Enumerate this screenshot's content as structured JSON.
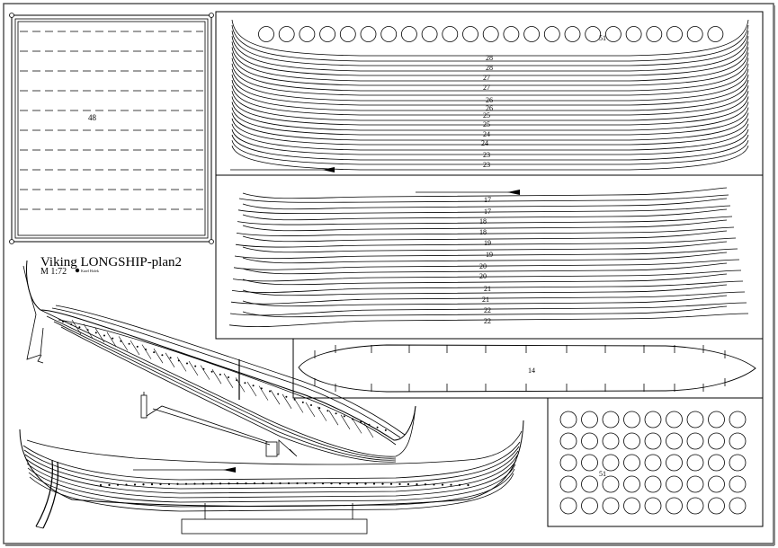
{
  "title": {
    "main": "Viking LONGSHIP-plan2",
    "scale": "M 1:72",
    "logo_text": "Karel Hofek"
  },
  "parts": {
    "deck_panel": "48",
    "disc_label": "51",
    "upper_strakes": [
      "28",
      "28",
      "27",
      "27",
      "26",
      "26",
      "25",
      "25",
      "24",
      "24",
      "23",
      "23"
    ],
    "middle_strakes": [
      "17",
      "17",
      "18",
      "18",
      "19",
      "19",
      "20",
      "20",
      "21",
      "21",
      "22",
      "22"
    ],
    "keel": "14",
    "shield_label": "51"
  },
  "colors": {
    "line": "#000000",
    "background": "#ffffff",
    "page_border": "#555555"
  }
}
